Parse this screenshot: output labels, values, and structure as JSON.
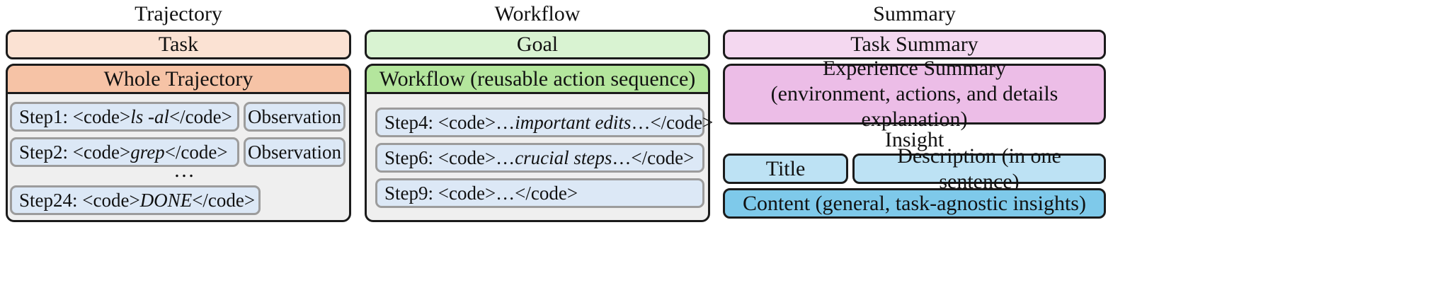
{
  "trajectory": {
    "title": "Trajectory",
    "task": "Task",
    "header": "Whole Trajectory",
    "steps": [
      {
        "prefix": "Step1: <code> ",
        "code": "ls -al",
        "suffix": " </code>",
        "observation": "Observation"
      },
      {
        "prefix": "Step2: <code> ",
        "code": "grep",
        "suffix": " </code>",
        "observation": "Observation"
      },
      {
        "prefix": "Step24: <code> ",
        "code": "DONE",
        "suffix": " </code>"
      }
    ],
    "ellipsis": "…"
  },
  "workflow": {
    "title": "Workflow",
    "goal": "Goal",
    "header": "Workflow (reusable action sequence)",
    "steps": [
      {
        "prefix": "Step4: <code>…",
        "code": "important edits",
        "suffix": "…</code>"
      },
      {
        "prefix": "Step6: <code>…",
        "code": "crucial steps",
        "suffix": "…</code>"
      },
      {
        "prefix": "Step9: <code>…</code>",
        "code": "",
        "suffix": ""
      }
    ]
  },
  "summary": {
    "title": "Summary",
    "task_summary": "Task Summary",
    "experience_line1": "Experience Summary",
    "experience_line2": "(environment, actions, and details explanation)",
    "insight_label": "Insight",
    "insight_title": "Title",
    "insight_description": "Description (in one sentence)",
    "insight_content": "Content (general, task-agnostic insights)"
  },
  "colors": {
    "task_fill": "#fbe2d3",
    "whole_trajectory_fill": "#f6c3a6",
    "goal_fill": "#d9f3d2",
    "workflow_fill": "#b4e69d",
    "step_fill": "#dce8f6",
    "panel_fill": "#efefef",
    "task_summary_fill": "#f4d8f0",
    "experience_fill": "#ecbde7",
    "insight_light_fill": "#bde2f4",
    "insight_dark_fill": "#7ec9ea"
  }
}
